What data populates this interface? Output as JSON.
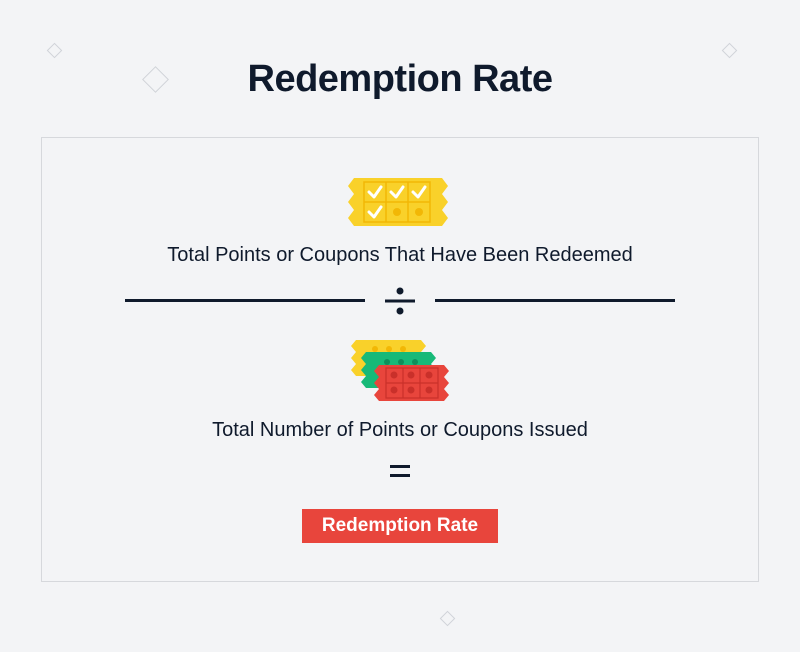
{
  "title": "Redemption Rate",
  "numerator": {
    "label": "Total Points or Coupons That Have Been Redeemed"
  },
  "operator": {
    "divide": "÷",
    "equals": "="
  },
  "denominator": {
    "label": "Total Number of Points or Coupons Issued"
  },
  "result": {
    "label": "Redemption Rate"
  },
  "colors": {
    "text": "#0f1a2c",
    "ticket_yellow": "#f9d12a",
    "ticket_green": "#17b978",
    "ticket_red": "#e8453c",
    "result_bg": "#e8453c"
  }
}
